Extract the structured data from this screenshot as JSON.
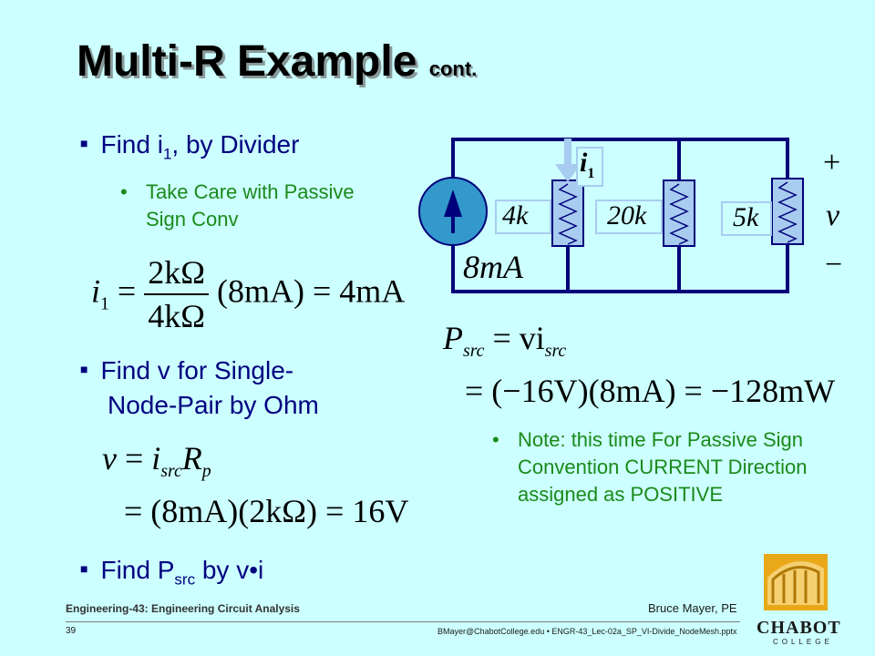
{
  "slide": {
    "title_main": "Multi-R Example",
    "title_sub": "cont.",
    "bullet_i1": {
      "prefix": "Find i",
      "sub": "1",
      "suffix": ", by Divider"
    },
    "sub_bullet_passive": "Take Care with Passive Sign Conv",
    "bullet_v_line1": "Find v for Single-",
    "bullet_v_line2": "Node-Pair by Ohm",
    "bullet_p": {
      "prefix": "Find P",
      "sub": "src",
      "suffix": " by v•i"
    },
    "note": "Note: this time For Passive Sign Convention CURRENT Direction assigned as POSITIVE"
  },
  "equations": {
    "i1_num": "2kΩ",
    "i1_den": "4kΩ",
    "i1_rhs": "(8mA) = 4mA",
    "v_line1_rhs": "R",
    "v_line2": "= (8mA)(2kΩ) = 16V",
    "p_line1_rhs": "= vi",
    "p_line2": "= (−16V)(8mA) = −128mW"
  },
  "circuit": {
    "source_label": "8mA",
    "r1": "4k",
    "r2": "20k",
    "r3": "5k",
    "current_label": "i",
    "current_sub": "1",
    "v_plus": "+",
    "v_label": "v",
    "v_minus": "−",
    "colors": {
      "wire": "#00007a",
      "resistor_box": "#a8ccf0",
      "source": "#3399cc",
      "arrow": "#a8ccf0"
    }
  },
  "footer": {
    "course": "Engineering-43: Engineering Circuit Analysis",
    "author": "Bruce Mayer, PE",
    "page": "39",
    "file": "BMayer@ChabotCollege.edu  •  ENGR-43_Lec-02a_SP_VI-Divide_NodeMesh.pptx",
    "logo_text": "CHABOT",
    "logo_sub": "COLLEGE"
  }
}
